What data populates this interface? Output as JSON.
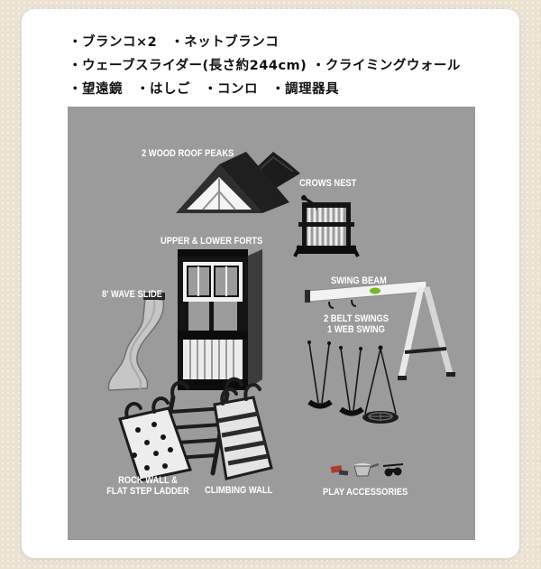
{
  "theme": {
    "page_bg": "#ebe2d2",
    "card_bg": "#ffffff",
    "diagram_bg": "#9b9b9b",
    "label_color": "#ffffff",
    "text_color": "#111111",
    "accent_green": "#76b82a",
    "accent_red": "#b03a2e"
  },
  "feature_list": {
    "line1": "・ブランコ×2　・ネットブランコ",
    "line2": "・ウェーブスライダー(長さ約244cm) ・クライミングウォール",
    "line3": "・望遠鏡　・はしご　・コンロ　・調理器具"
  },
  "diagram": {
    "labels": {
      "roof_peaks": "2 WOOD ROOF PEAKS",
      "crows_nest": "CROWS NEST",
      "forts": "UPPER & LOWER FORTS",
      "swing_beam": "SWING BEAM",
      "wave_slide": "8' WAVE SLIDE",
      "belt_swings": "2 BELT SWINGS",
      "web_swing": "1 WEB SWING",
      "rock_wall_1": "ROCK WALL &",
      "rock_wall_2": "FLAT STEP LADDER",
      "climbing_wall": "CLIMBING WALL",
      "play_accessories": "PLAY ACCESSORIES"
    }
  }
}
